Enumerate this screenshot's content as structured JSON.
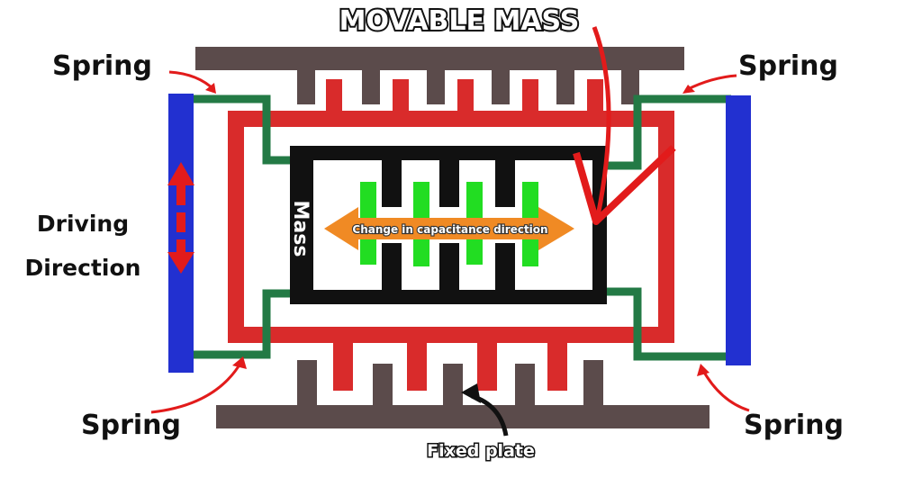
{
  "labels": {
    "movable_mass": "MOVABLE MASS",
    "spring_top_left": "Spring",
    "spring_top_right": "Spring",
    "spring_bottom_left": "Spring",
    "spring_bottom_right": "Spring",
    "driving_line1": "Driving",
    "driving_line2": "Direction",
    "mass": "Mass",
    "capacitance": "Change in capacitance direction",
    "fixed_plate": "Fixed plate"
  },
  "colors": {
    "frame": "#d92b2b",
    "fixed_plate": "#5b4b4b",
    "spring": "#237a45",
    "anchor": "#2230d0",
    "mass": "#111111",
    "electrode": "#22dd22",
    "arrow_orange": "#f08a24",
    "arrow_red": "#e21b1b",
    "text": "#111111"
  }
}
